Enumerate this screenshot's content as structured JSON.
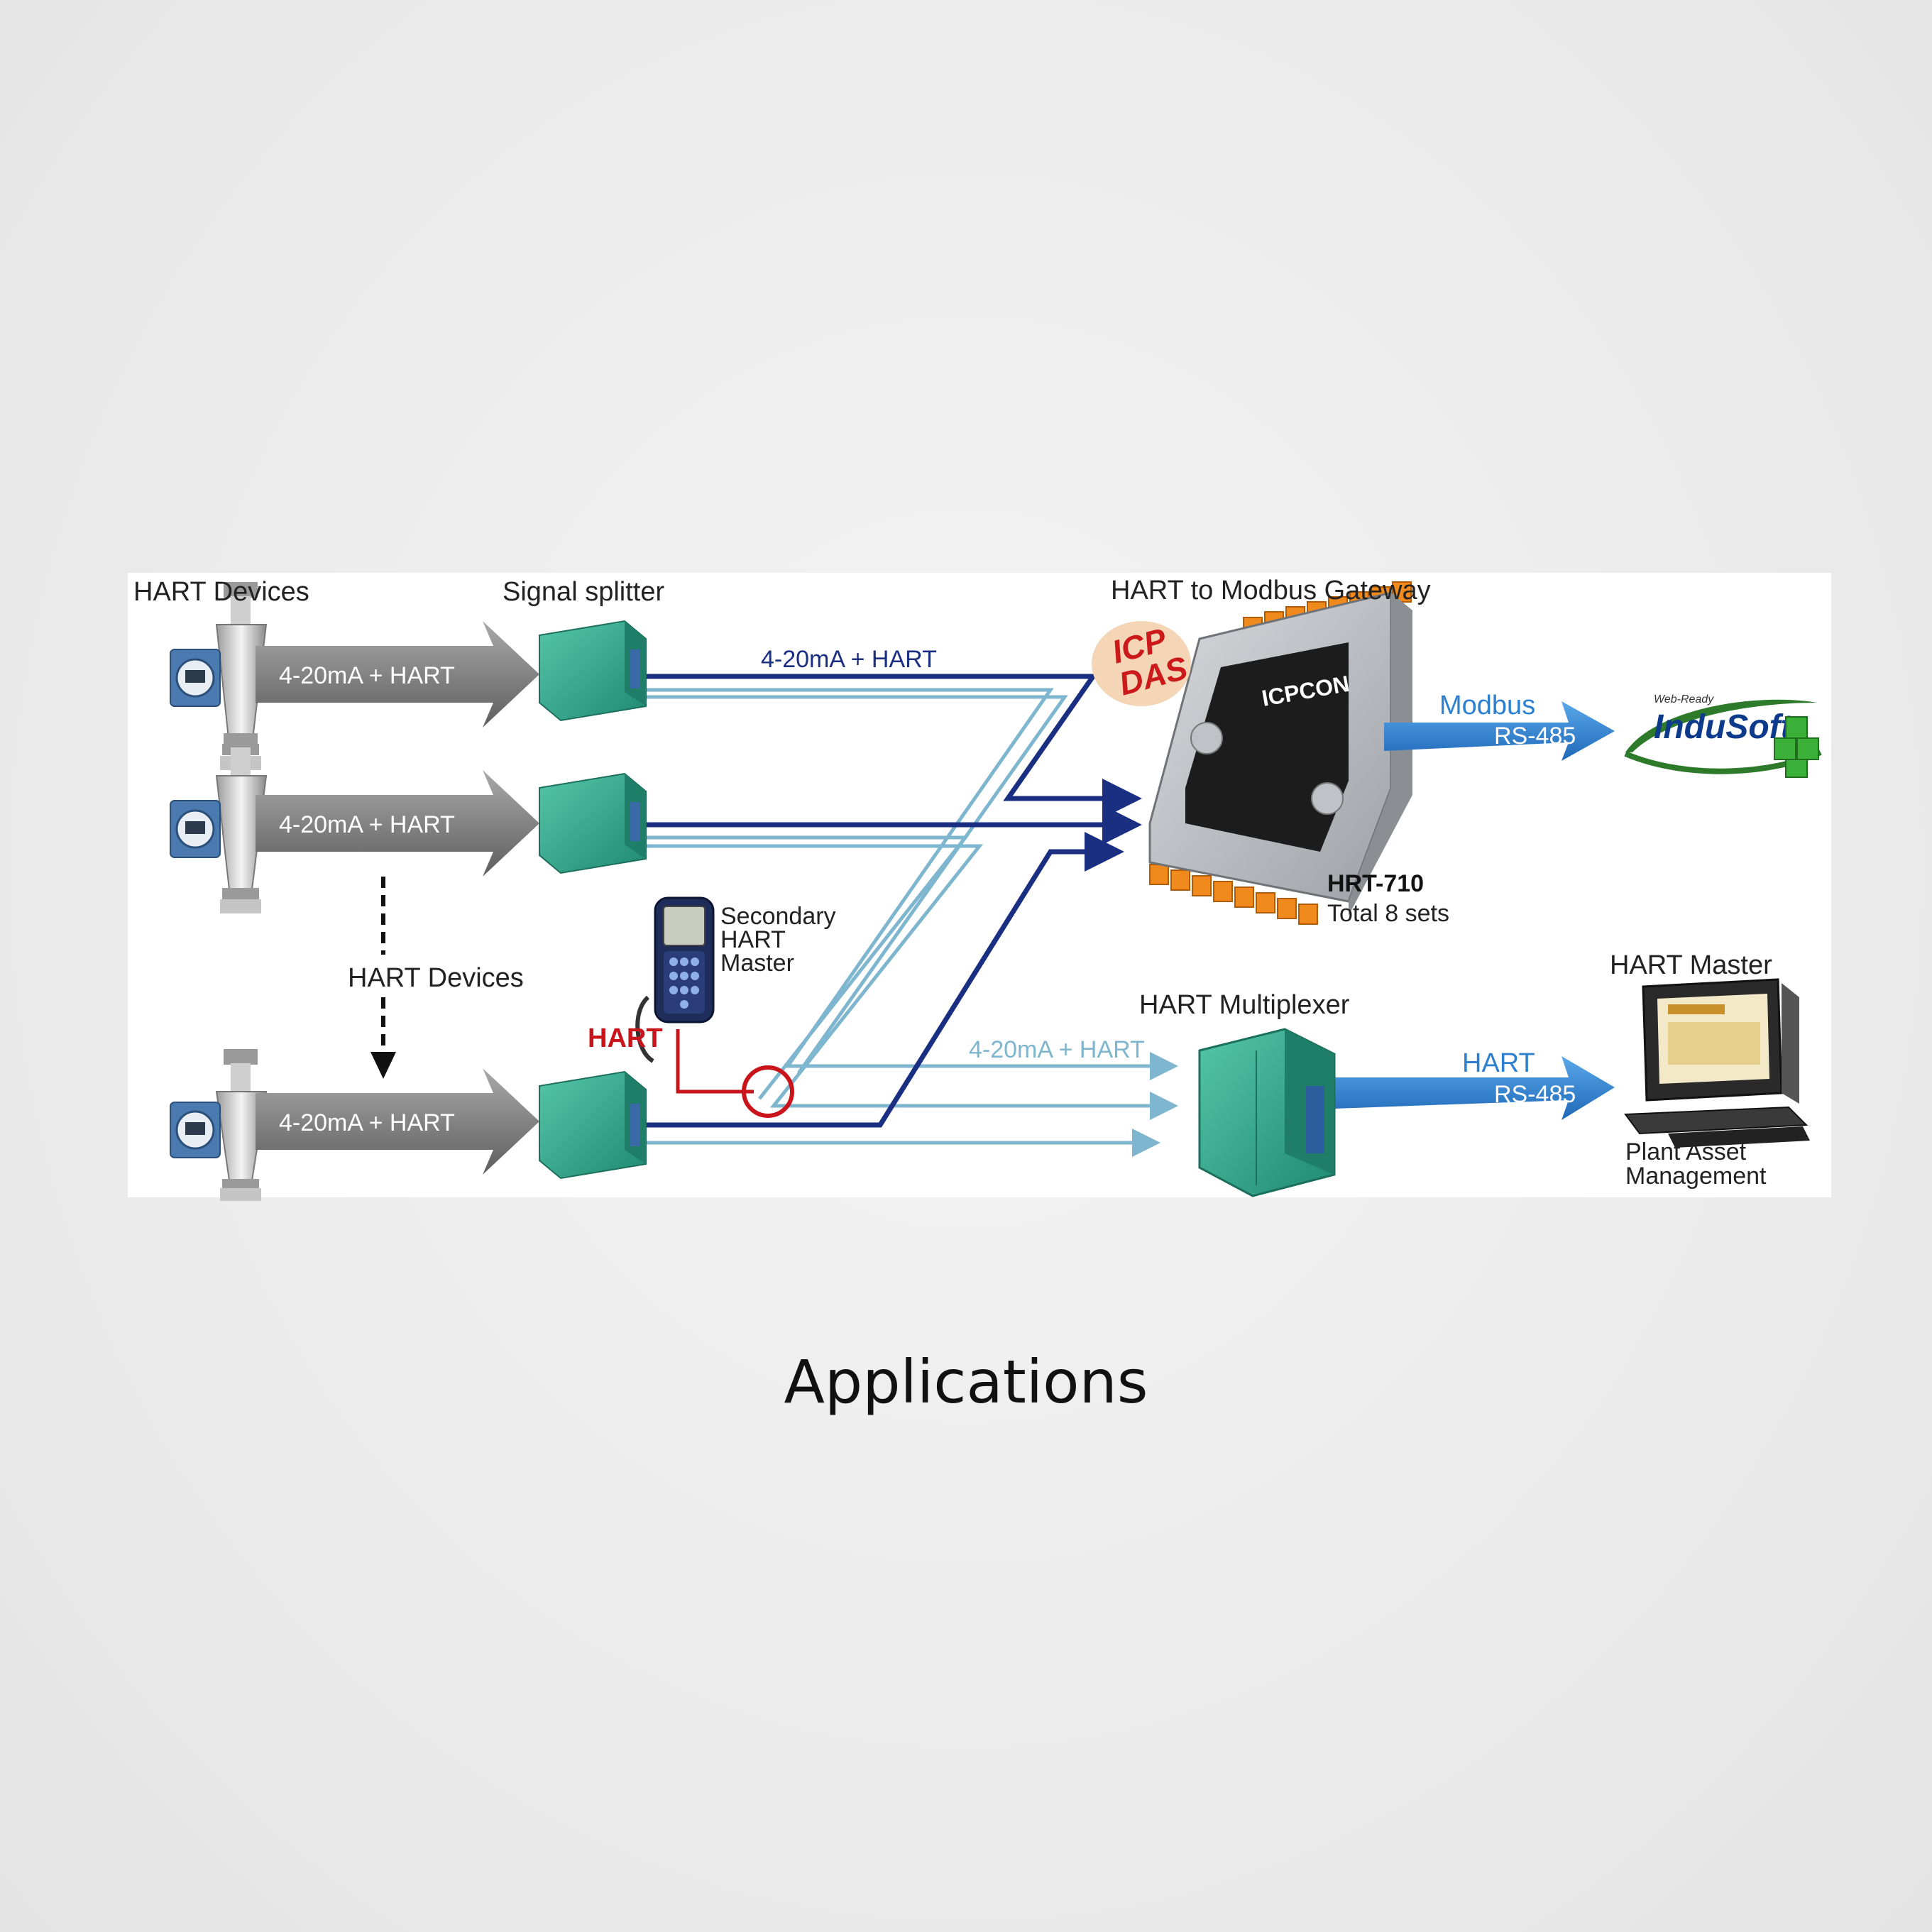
{
  "caption": "Applications",
  "labels": {
    "hart_devices_title": "HART Devices",
    "signal_splitter": "Signal splitter",
    "gateway_title": "HART to Modbus Gateway",
    "arrow_label_1": "4-20mA + HART",
    "arrow_label_2": "4-20mA + HART",
    "arrow_label_3": "4-20mA + HART",
    "line_label_top": "4-20mA + HART",
    "line_label_bottom": "4-20mA + HART",
    "hart_devices_mid": "HART Devices",
    "secondary_1": "Secondary",
    "secondary_2": "HART",
    "secondary_3": "Master",
    "hart_red": "HART",
    "hrt_model": "HRT-710",
    "hrt_sets": "Total 8 sets",
    "modbus": "Modbus",
    "rs485_top": "RS-485",
    "hart_multiplexer": "HART Multiplexer",
    "hart_blue": "HART",
    "rs485_bottom": "RS-485",
    "hart_master": "HART Master",
    "plant_1": "Plant Asset",
    "plant_2": "Management"
  },
  "logos": {
    "icpdas_1": "ICP",
    "icpdas_2": "DAS",
    "icpcon": "ICPCON",
    "indusoft": "InduSoft",
    "indusoft_tag": "Web-Ready"
  },
  "colors": {
    "dark_blue": "#1a2f82",
    "light_blue": "#7fb6cf",
    "arrow_blue": "#2d7fd0",
    "red": "#c8141a",
    "teal": "#2fa78e",
    "gray_arrow": "#7c7c7c"
  }
}
